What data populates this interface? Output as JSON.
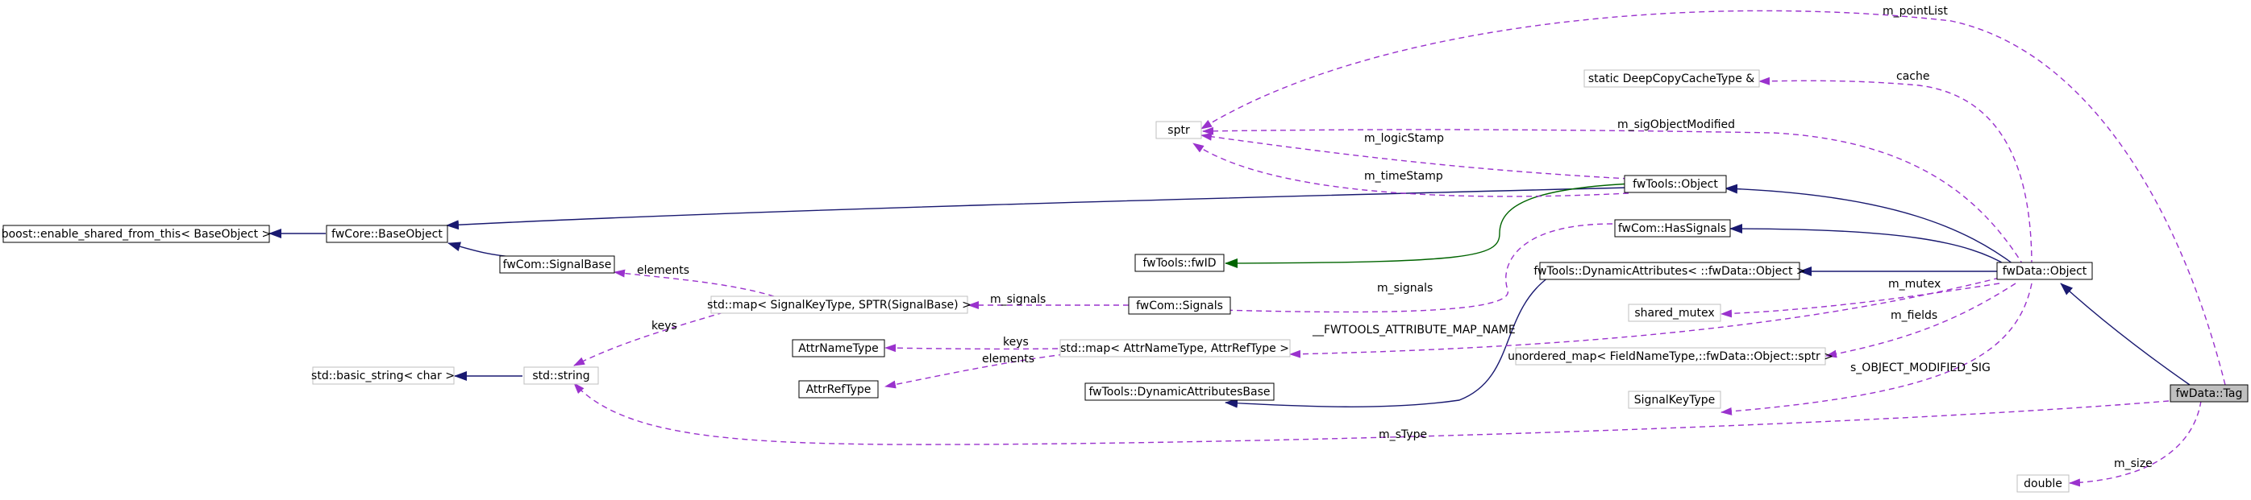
{
  "colors": {
    "inherit_public": "#191970",
    "inherit_protected": "#006400",
    "usage": "#9a32cd",
    "node_border_documented": "#000000",
    "node_border_undocumented": "#bfbfbf",
    "highlight_fill": "#bfbfbf"
  },
  "nodes": {
    "boost_enable_shared": "boost::enable_shared_from_this< BaseObject >",
    "fwcore_baseobject": "fwCore::BaseObject",
    "fwcom_signalbase": "fwCom::SignalBase",
    "std_map_signals": "std::map< SignalKeyType, SPTR(SignalBase) >",
    "std_basic_string": "std::basic_string< char >",
    "std_string": "std::string",
    "attr_name_type": "AttrNameType",
    "attr_ref_type": "AttrRefType",
    "std_map_attr": "std::map< AttrNameType, AttrRefType >",
    "sptr": "sptr",
    "fwtools_fwid": "fwTools::fwID",
    "fwcom_signals": "fwCom::Signals",
    "fwtools_dynattr_base": "fwTools::DynamicAttributesBase",
    "fwtools_object": "fwTools::Object",
    "fwcom_hassignals": "fwCom::HasSignals",
    "fwtools_dynattr": "fwTools::DynamicAttributes< ::fwData::Object >",
    "static_deepcopy": "static DeepCopyCacheType &",
    "shared_mutex": "shared_mutex",
    "unordered_map": "unordered_map< FieldNameType,::fwData::Object::sptr >",
    "signal_key_type": "SignalKeyType",
    "fwdata_object": "fwData::Object",
    "fwdata_tag": "fwData::Tag",
    "double": "double"
  },
  "edge_labels": {
    "elements_signalbase": "elements",
    "keys_string": "keys",
    "m_signals_map": "m_signals",
    "keys_attrname": "keys",
    "elements_attrref": "elements",
    "m_pointList": "m_pointList",
    "cache": "cache",
    "m_sigObjectModified": "m_sigObjectModified",
    "m_logicStamp": "m_logicStamp",
    "m_timeStamp": "m_timeStamp",
    "m_signals_signals": "m_signals",
    "fwtools_attr_map": "__FWTOOLS_ATTRIBUTE_MAP_NAME",
    "m_mutex": "m_mutex",
    "m_fields": "m_fields",
    "s_object_modified_sig": "s_OBJECT_MODIFIED_SIG",
    "m_sType": "m_sType",
    "m_size": "m_size"
  }
}
